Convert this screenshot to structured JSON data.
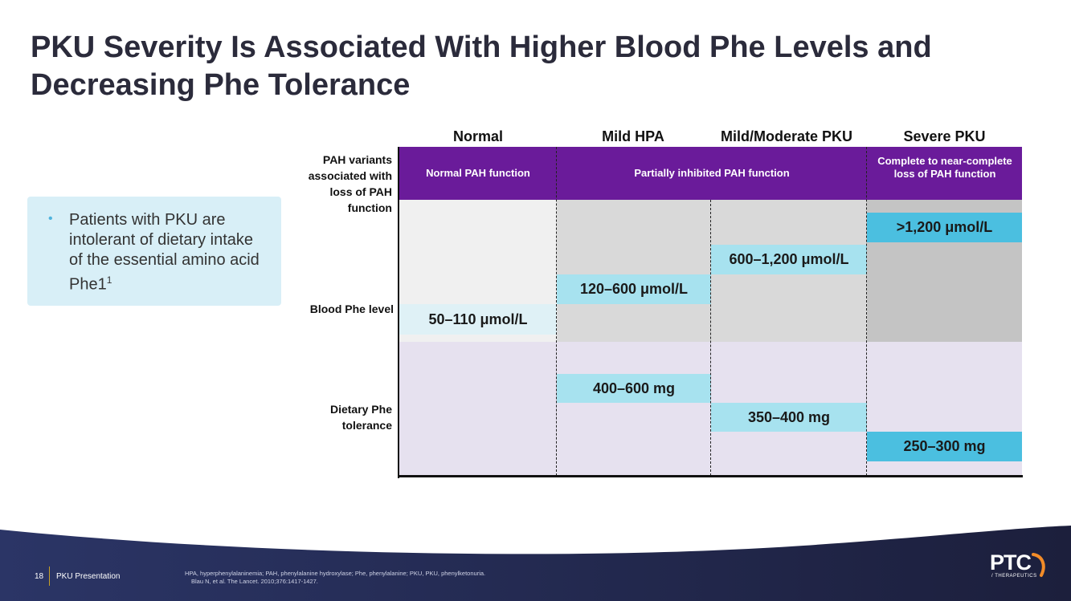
{
  "title": "PKU Severity Is Associated With Higher Blood Phe Levels and Decreasing Phe Tolerance",
  "callout": {
    "text": "Patients with PKU are intolerant of dietary intake of the essential amino acid Phe1",
    "sup": "1"
  },
  "columns": [
    "Normal",
    "Mild HPA",
    "Mild/Moderate PKU",
    "Severe PKU"
  ],
  "row_labels": {
    "pah": "PAH variants associated with loss of PAH function",
    "blood": "Blood Phe level",
    "diet": "Dietary Phe tolerance"
  },
  "pah_function": {
    "normal": "Normal PAH function",
    "partial": "Partially inhibited PAH function",
    "severe": "Complete to near-complete loss of PAH function"
  },
  "blood_phe": {
    "normal": "50–110 μmol/L",
    "mild_hpa": "120–600 μmol/L",
    "mild_mod": "600–1,200 μmol/L",
    "severe": ">1,200 μmol/L"
  },
  "dietary_tolerance": {
    "mild_hpa": "400–600 mg",
    "mild_mod": "350–400 mg",
    "severe": "250–300 mg"
  },
  "footer": {
    "page": "18",
    "presentation": "PKU Presentation",
    "footnote_1": "HPA, hyperphenylalaninemia; PAH, phenylalanine hydroxylase; Phe, phenylalanine; PKU, PKU, phenylketonuria.",
    "footnote_2": "Blau N, et al. The Lancet. 2010;376:1417-1427.",
    "logo": "PTC",
    "logo_sub": "/ THERAPEUTICS"
  },
  "colors": {
    "purple": "#6a1b9a",
    "light_cyan": "#a7e2ef",
    "strong_cyan": "#4bbfe0",
    "grey": "#d9d9d9",
    "lavender": "#e6e1ef",
    "navy": "#1f2547"
  }
}
